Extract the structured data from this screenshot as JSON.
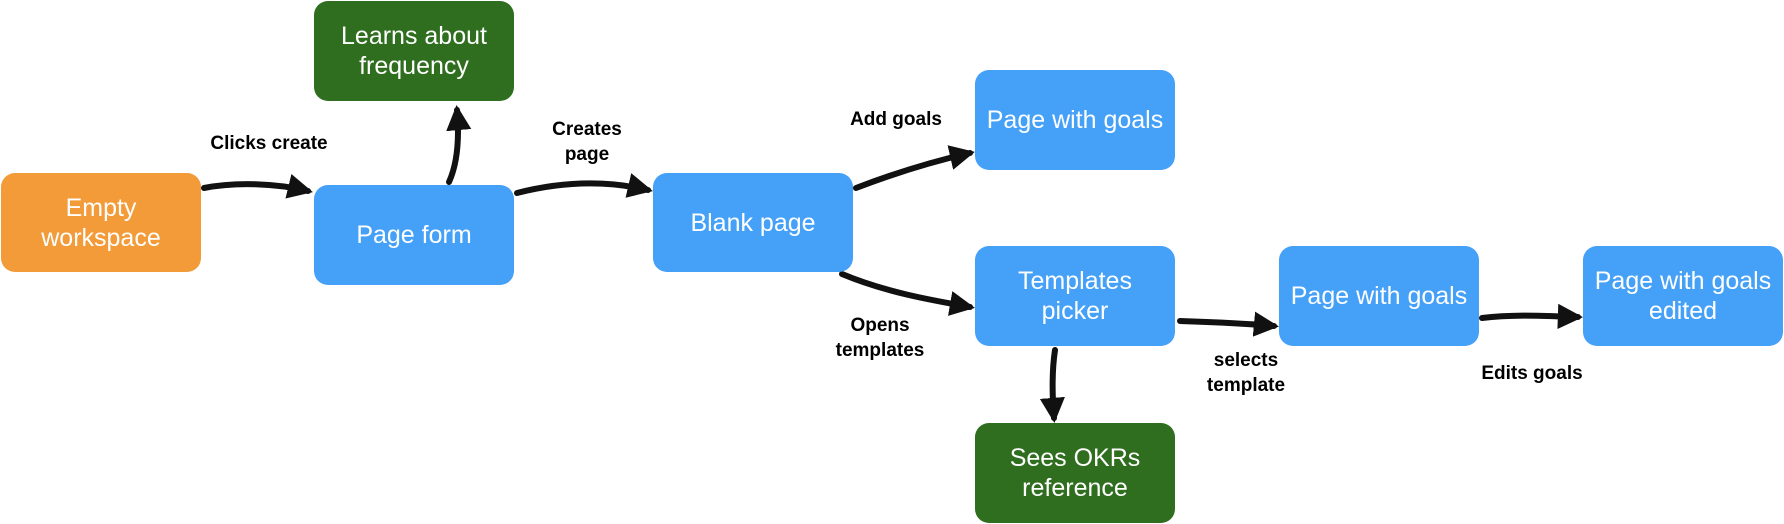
{
  "nodes": {
    "empty_workspace": {
      "label": "Empty\nworkspace",
      "color": "#F29B38"
    },
    "learns_frequency": {
      "label": "Learns about\nfrequency",
      "color": "#2F6E1F"
    },
    "page_form": {
      "label": "Page form",
      "color": "#45A0F7"
    },
    "blank_page": {
      "label": "Blank page",
      "color": "#45A0F7"
    },
    "page_with_goals_top": {
      "label": "Page with goals",
      "color": "#45A0F7"
    },
    "templates_picker": {
      "label": "Templates\npicker",
      "color": "#45A0F7"
    },
    "page_with_goals_middle": {
      "label": "Page with goals",
      "color": "#45A0F7"
    },
    "page_with_goals_edited": {
      "label": "Page with goals\nedited",
      "color": "#45A0F7"
    },
    "sees_okrs": {
      "label": "Sees OKRs\nreference",
      "color": "#2F6E1F"
    }
  },
  "edges": {
    "clicks_create": {
      "from": "empty_workspace",
      "to": "page_form",
      "label": "Clicks create"
    },
    "to_frequency": {
      "from": "page_form",
      "to": "learns_frequency",
      "label": ""
    },
    "creates_page": {
      "from": "page_form",
      "to": "blank_page",
      "label": "Creates\npage"
    },
    "add_goals": {
      "from": "blank_page",
      "to": "page_with_goals_top",
      "label": "Add goals"
    },
    "opens_templates": {
      "from": "blank_page",
      "to": "templates_picker",
      "label": "Opens\ntemplates"
    },
    "selects_template": {
      "from": "templates_picker",
      "to": "page_with_goals_middle",
      "label": "selects\ntemplate"
    },
    "edits_goals": {
      "from": "page_with_goals_middle",
      "to": "page_with_goals_edited",
      "label": "Edits goals"
    },
    "to_okrs": {
      "from": "templates_picker",
      "to": "sees_okrs",
      "label": ""
    }
  }
}
